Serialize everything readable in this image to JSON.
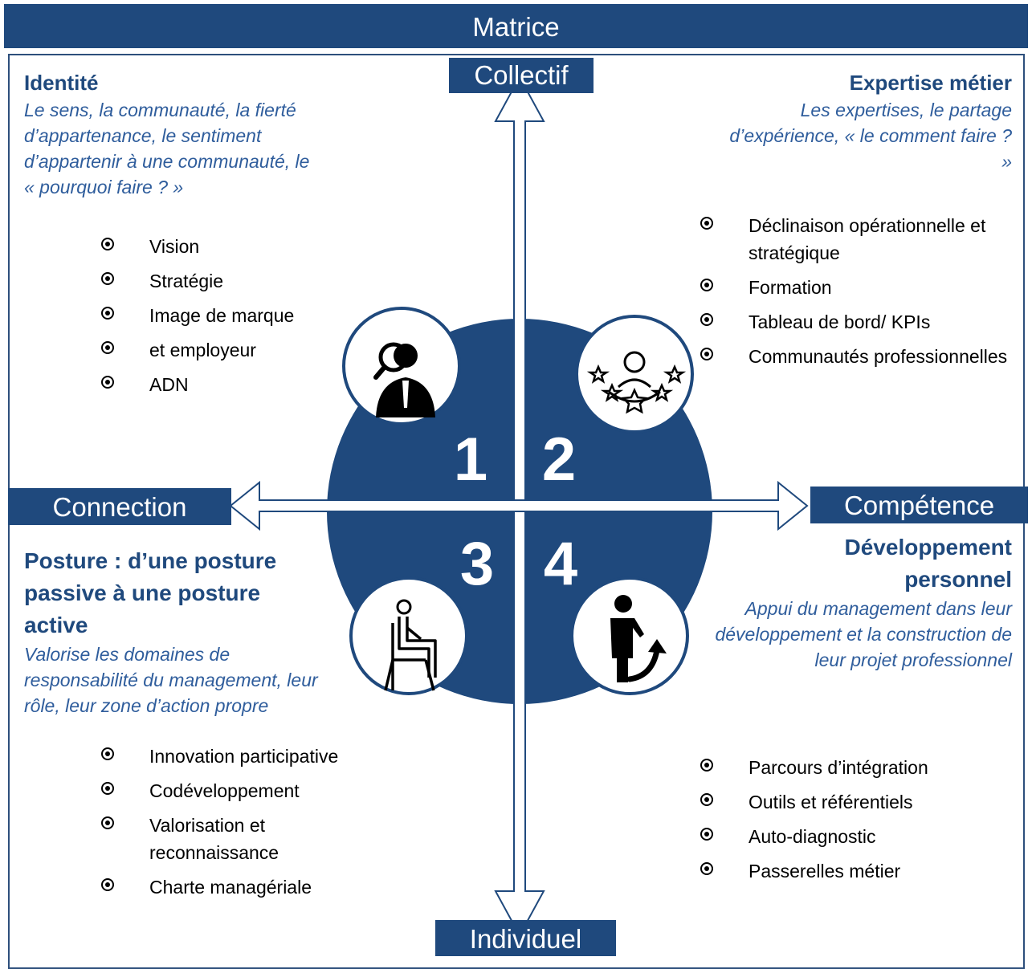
{
  "title": "Matrice",
  "axes": {
    "top": "Collectif",
    "bottom": "Individuel",
    "left": "Connection",
    "right": "Compétence"
  },
  "numbers": [
    "1",
    "2",
    "3",
    "4"
  ],
  "colors": {
    "primary": "#1f497d",
    "description": "#2f5d9c"
  },
  "icons": [
    "person-magnifier-icon",
    "team-stars-icon",
    "seated-person-icon",
    "person-growth-arrow-icon"
  ],
  "q1": {
    "title": "Identité",
    "description": "Le sens, la communauté, la fierté d’appartenance, le sentiment d’appartenir à une communauté, le « pourquoi faire ? »",
    "items": [
      "Vision",
      "Stratégie",
      "Image de marque",
      "et employeur",
      "ADN"
    ]
  },
  "q2": {
    "title": "Expertise métier",
    "description": "Les expertises, le partage d’expérience, « le comment faire ? »",
    "items": [
      "Déclinaison opérationnelle et stratégique",
      "Formation",
      "Tableau de bord/ KPIs",
      "Communautés professionnelles"
    ]
  },
  "q3": {
    "title": "Posture : d’une  posture passive à une posture active",
    "description": "Valorise les domaines de responsabilité du management, leur rôle, leur zone d’action propre",
    "items": [
      "Innovation participative",
      "Codéveloppement",
      "Valorisation et reconnaissance",
      "Charte managériale"
    ]
  },
  "q4": {
    "title": "Développement personnel",
    "description": "Appui du management dans leur développement et la construction de leur projet professionnel",
    "items": [
      "Parcours d’intégration",
      "Outils et référentiels",
      "Auto-diagnostic",
      "Passerelles métier"
    ]
  }
}
